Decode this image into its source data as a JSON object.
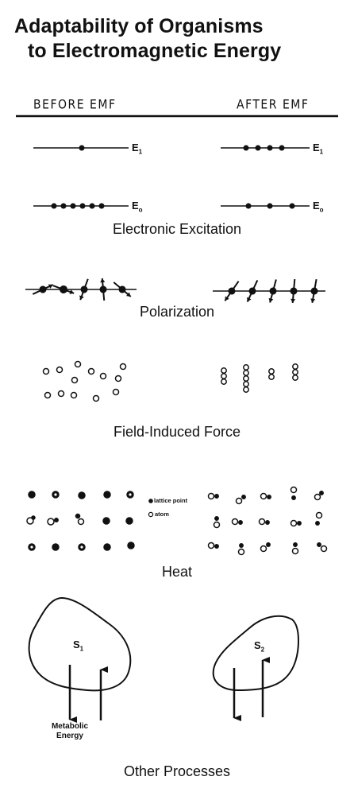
{
  "title": {
    "line1": "Adaptability of Organisms",
    "line2": "to Electromagnetic Energy"
  },
  "columns": {
    "before": "BEFORE EMF",
    "after": "AFTER EMF"
  },
  "levels": {
    "e1": "E",
    "e1_sub": "1",
    "e0": "E",
    "e0_sub": "o"
  },
  "captions": {
    "excitation": "Electronic Excitation",
    "polarization": "Polarization",
    "force": "Field-Induced Force",
    "heat": "Heat",
    "other": "Other Processes"
  },
  "legend": {
    "lattice": "lattice point",
    "atom": "atom"
  },
  "regions": {
    "s1": "S",
    "s1_sub": "1",
    "s2": "S",
    "s2_sub": "2"
  },
  "metabolic": {
    "line1": "Metabolic",
    "line2": "Energy"
  },
  "colors": {
    "ink": "#111111",
    "background": "#ffffff"
  }
}
